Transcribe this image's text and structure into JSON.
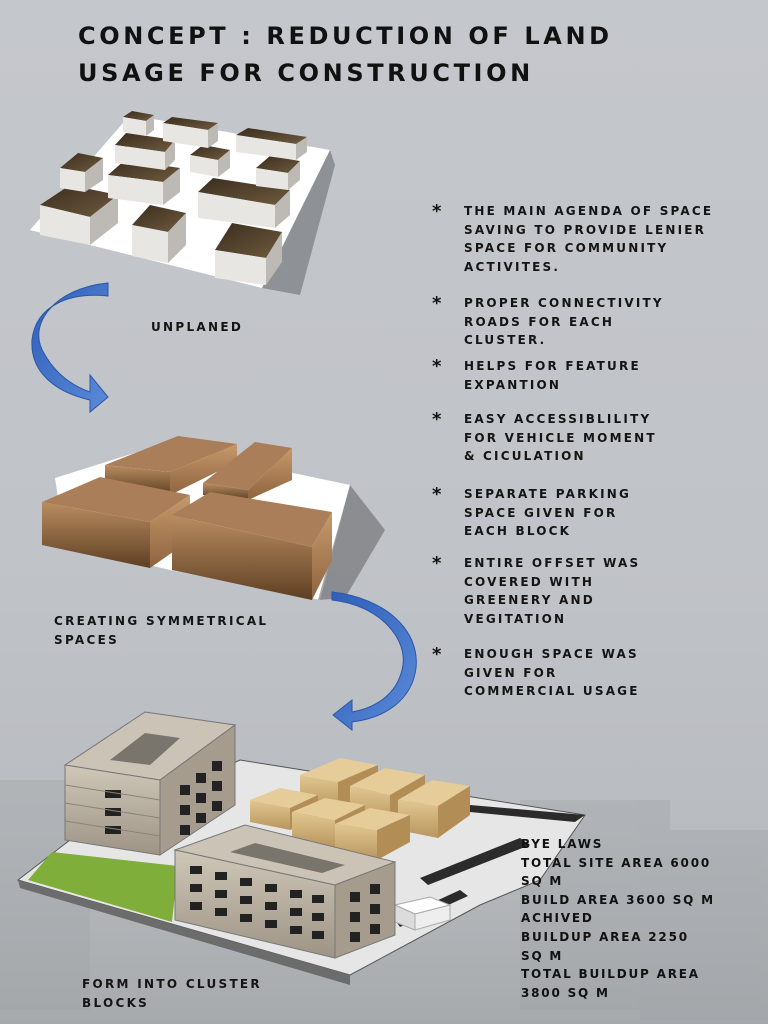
{
  "title": {
    "line1": "CONCEPT : REDUCTION OF LAND",
    "line2": "USAGE FOR CONSTRUCTION"
  },
  "stages": {
    "unplaned": "UNPLANED",
    "symmetrical_line1": "CREATING SYMMETRICAL",
    "symmetrical_line2": "SPACES",
    "cluster_line1": "FORM INTO CLUSTER",
    "cluster_line2": "BLOCKS"
  },
  "bullets": [
    {
      "lines": [
        "THE MAIN AGENDA OF SPACE",
        "SAVING TO PROVIDE LENIER",
        "SPACE FOR COMMUNITY",
        "ACTIVITES."
      ]
    },
    {
      "lines": [
        "PROPER CONNECTIVITY",
        "ROADS FOR EACH",
        "CLUSTER."
      ]
    },
    {
      "lines": [
        " HELPS FOR FEATURE",
        " EXPANTION"
      ]
    },
    {
      "lines": [
        " EASY ACCESSIBLILITY",
        "FOR VEHICLE MOMENT",
        "& CICULATION"
      ]
    },
    {
      "lines": [
        " SEPARATE PARKING",
        "SPACE GIVEN FOR",
        "EACH BLOCK"
      ]
    },
    {
      "lines": [
        " ENTIRE OFFSET WAS",
        "COVERED WITH",
        "GREENERY AND",
        "VEGITATION"
      ]
    },
    {
      "lines": [
        "ENOUGH SPACE WAS",
        "GIVEN FOR",
        "COMMERCIAL USAGE"
      ]
    }
  ],
  "bullet_symbol": "*",
  "bye_laws": {
    "lines": [
      "BYE LAWS",
      "TOTAL SITE AREA 6000",
      "SQ M",
      "BUILD AREA 3600 SQ M",
      "ACHIVED",
      "BUILDUP AREA 2250",
      "SQ M",
      "TOTAL BUILDUP AREA",
      "3800 SQ M"
    ]
  },
  "colors": {
    "arrow": "#3f6fc4",
    "block_top": "#a97e58",
    "block_side": "#c09063",
    "roof_dark": "#4a3a28",
    "lawn": "#7fae3a"
  },
  "icons": {
    "arrow1": "curved-arrow-icon",
    "arrow2": "curved-arrow-icon"
  }
}
